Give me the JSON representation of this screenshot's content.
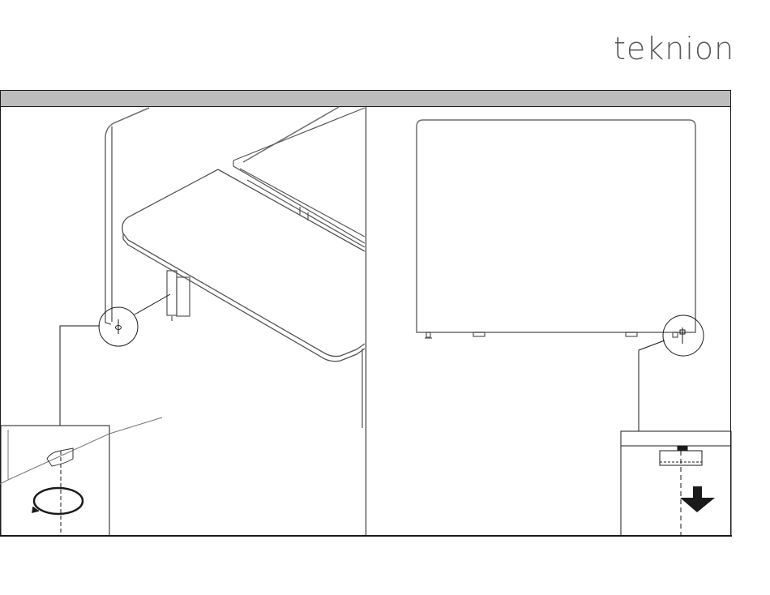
{
  "brand": {
    "logo_text": "teknion"
  },
  "colors": {
    "line": "#1a1a1a",
    "header_bar": "#bdbdbd",
    "logo": "#5a5a5a",
    "panel_outline": "#6e6e6e"
  },
  "panels": [
    {
      "id": "left",
      "icons": [
        "desk-assembly-illustration",
        "detail-callout-circle",
        "detail-inset",
        "rotate-arrow-icon"
      ]
    },
    {
      "id": "right",
      "icons": [
        "screen-panel-illustration",
        "detail-callout-circle",
        "detail-inset",
        "down-arrow-icon"
      ]
    }
  ]
}
